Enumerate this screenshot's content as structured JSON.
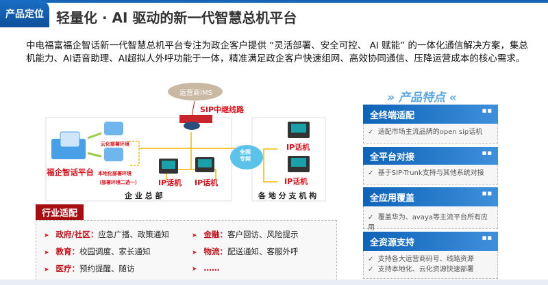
{
  "header": {
    "tab": "产品定位",
    "title": "轻量化 · AI 驱动的新一代智慧总机平台"
  },
  "intro": "中电福富福企智话新一代智慧总机平台专注为政企客户提供 “灵活部署、安全可控、 AI 赋能” 的一体化通信解决方案，集总机能力、AI语音助理、AI超拟人外呼功能于一体，精准满足政企客户快速组网、高效协同通信、压降运营成本的核心需求。",
  "diagram": {
    "ims": "运营商IMS",
    "sip": "SIP中继线路",
    "platform": "福企智话平台",
    "cloud_env": "云化部署环境",
    "local_env": "本地化部署环境",
    "env_note": "（部署环境二选一）",
    "phone": "IP话机",
    "network": [
      "全国",
      "专网"
    ],
    "hq": "企 业 总 部",
    "branch": "各 地 分 支 机 构"
  },
  "features": {
    "title": "产品特点",
    "dots": "■■",
    "cards": [
      {
        "title": "全终端适配",
        "items": [
          "适配市场主流品牌的open sip话机"
        ]
      },
      {
        "title": "全平台对接",
        "items": [
          "基于SIP-Trunk支持与其他系统对接"
        ]
      },
      {
        "title": "全应用覆盖",
        "items": [
          "覆盖华为、avaya等主流平台所有应用"
        ]
      },
      {
        "title": "全资源支持",
        "items": [
          "支持各大运营商码号、线路资源",
          "支持本地化、云化资源快速部署"
        ]
      }
    ],
    "check": "✓"
  },
  "industry": {
    "title": "行业适配",
    "arrow": "➤",
    "items": [
      {
        "k": "政府/社区：",
        "v": "应急广播、政策通知"
      },
      {
        "k": "金融：",
        "v": "客户回访、风险提示"
      },
      {
        "k": "教育：",
        "v": "校园调度、家长通知"
      },
      {
        "k": "物流：",
        "v": "配送通知、客服外呼"
      },
      {
        "k": "医疗：",
        "v": "预约提醒、随访"
      },
      {
        "k": "",
        "v": "……"
      }
    ]
  }
}
